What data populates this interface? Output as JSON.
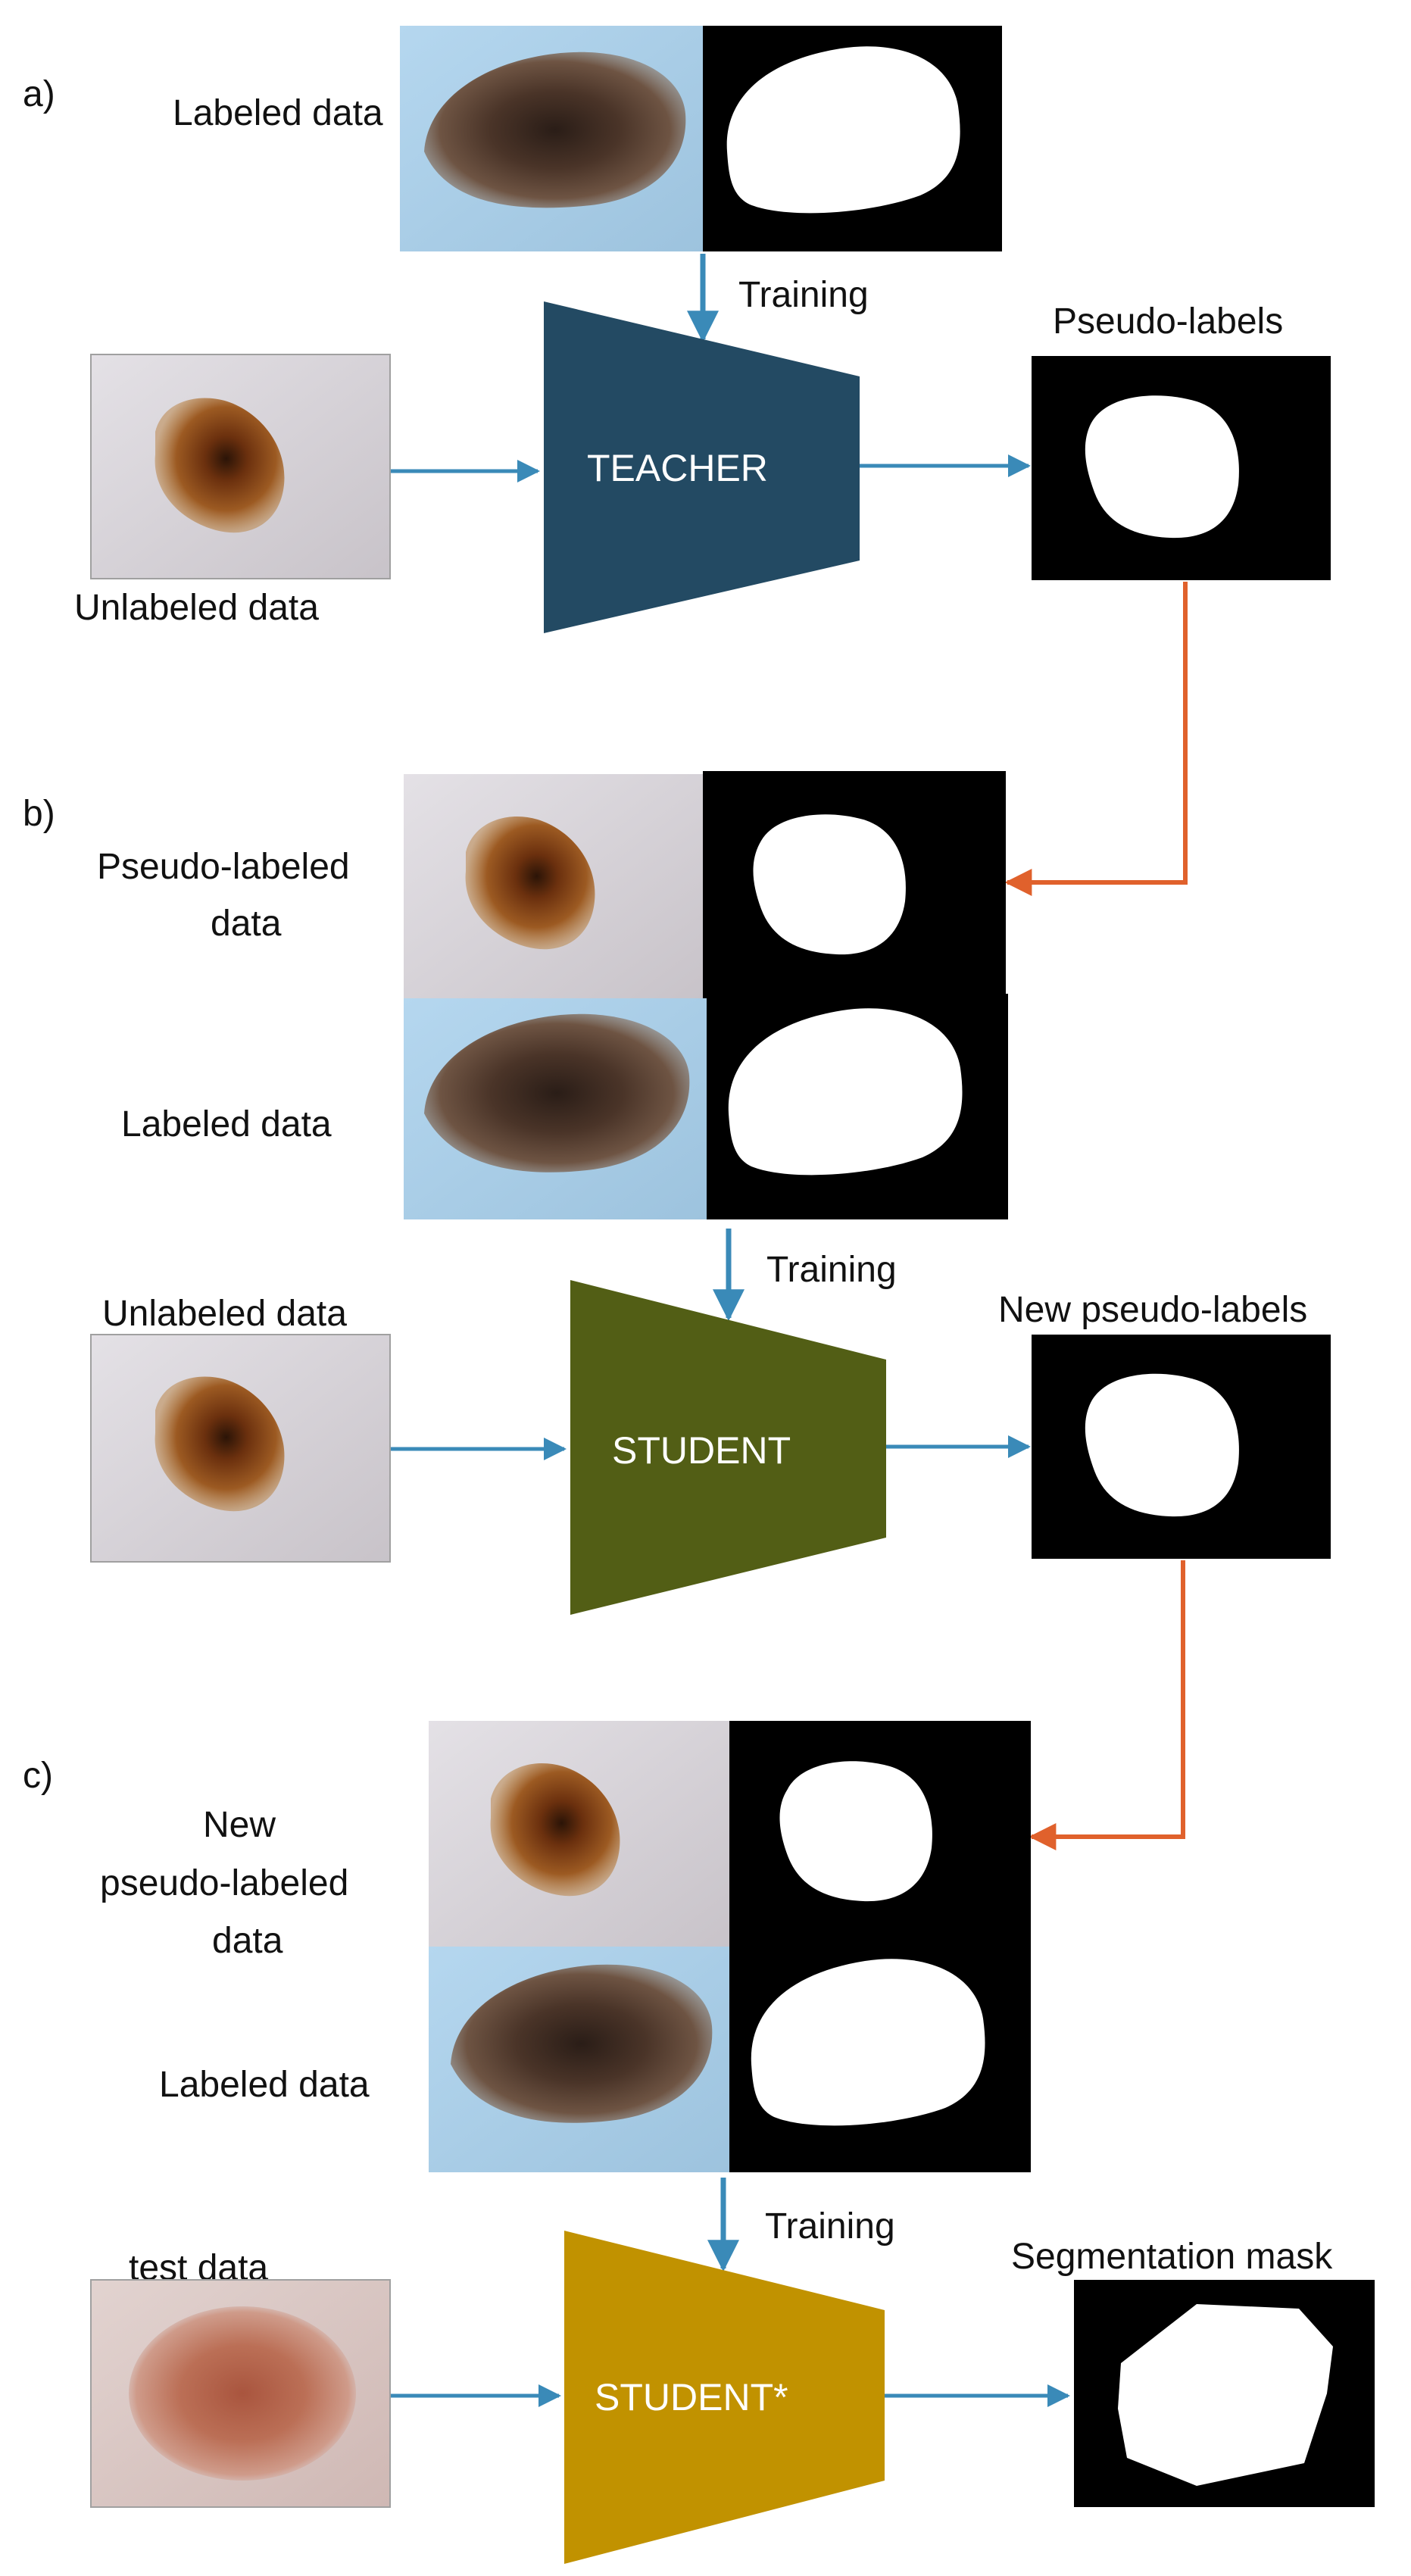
{
  "sections": {
    "a": "a)",
    "b": "b)",
    "c": "c)"
  },
  "labels": {
    "a_labeled": "Labeled data",
    "a_unlabeled": "Unlabeled data",
    "a_training": "Training",
    "a_pseudo_labels": "Pseudo-labels",
    "b_pseudo_labeled": [
      "Pseudo-labeled",
      "data"
    ],
    "b_labeled": "Labeled data",
    "b_training": "Training",
    "b_unlabeled": "Unlabeled data",
    "b_new_pseudo_labels": "New pseudo-labels",
    "c_new_pseudo_labeled": [
      "New",
      "pseudo-labeled",
      "data"
    ],
    "c_labeled": "Labeled data",
    "c_training": "Training",
    "c_test": "test data",
    "c_segmentation": "Segmentation mask"
  },
  "models": {
    "teacher": "TEACHER",
    "student": "STUDENT",
    "student_star": "STUDENT*"
  },
  "colors": {
    "teacher": "#234a63",
    "student": "#525e15",
    "student_star": "#c19200",
    "arrow_blue": "#3a8ab8",
    "arrow_orange": "#e0612c",
    "skin": "#d7d3d7",
    "skin_blue": "#a9cde6",
    "skin_pink": "#d8c5c2",
    "mask_bg": "#000000",
    "mask_fg": "#ffffff"
  },
  "icons": {
    "lesion": "skin-lesion-photo",
    "mask": "binary-segmentation-mask"
  }
}
